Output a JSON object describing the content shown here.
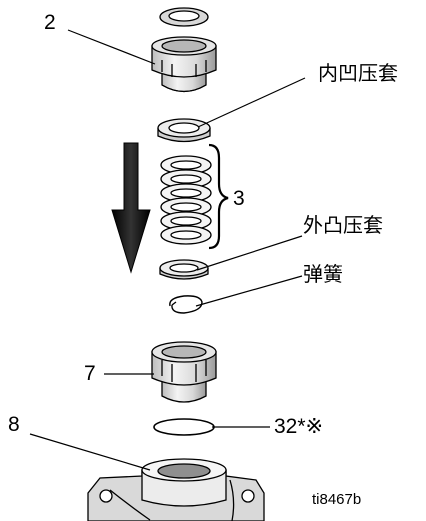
{
  "labels": {
    "part_2": "2",
    "female_adapter": "内凹压套",
    "part_3": "3",
    "male_adapter": "外凸压套",
    "spring": "弹簧",
    "part_7": "7",
    "part_8": "8",
    "part_32": "32*※",
    "figure_ref": "ti8467b"
  },
  "colors": {
    "line": "#000000",
    "fill_light": "#f0f0f0",
    "fill_mid": "#d4d4d4",
    "fill_dark": "#a8a8a8",
    "arrow": "#111111"
  }
}
